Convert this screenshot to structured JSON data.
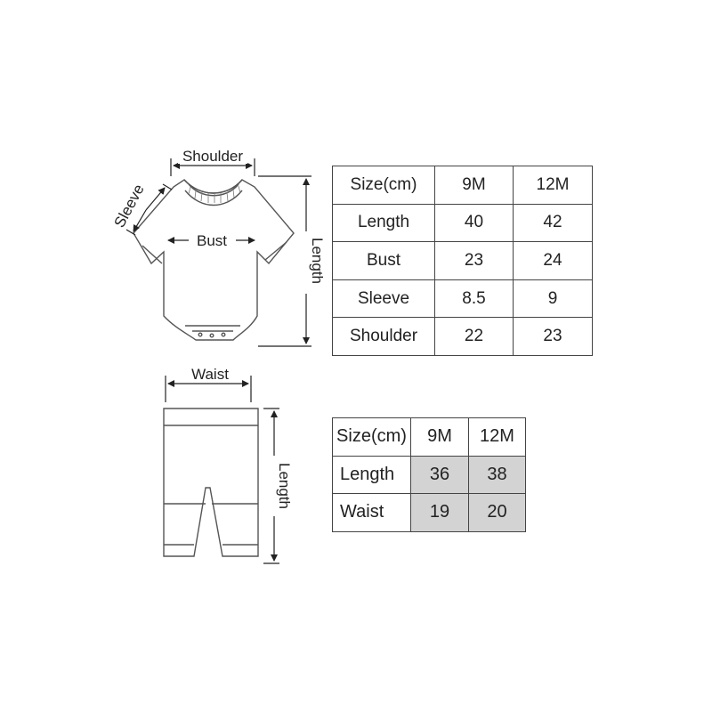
{
  "top_chart": {
    "labels": {
      "shoulder": "Shoulder",
      "sleeve": "Sleeve",
      "bust": "Bust",
      "length": "Length"
    },
    "table": {
      "header": [
        "Size(cm)",
        "9M",
        "12M"
      ],
      "rows": [
        [
          "Length",
          "40",
          "42"
        ],
        [
          "Bust",
          "23",
          "24"
        ],
        [
          "Sleeve",
          "8.5",
          "9"
        ],
        [
          "Shoulder",
          "22",
          "23"
        ]
      ]
    }
  },
  "bottom_chart": {
    "labels": {
      "waist": "Waist",
      "length": "Length"
    },
    "table": {
      "header": [
        "Size(cm)",
        "9M",
        "12M"
      ],
      "rows": [
        [
          "Length",
          "36",
          "38"
        ],
        [
          "Waist",
          "19",
          "20"
        ]
      ]
    }
  }
}
